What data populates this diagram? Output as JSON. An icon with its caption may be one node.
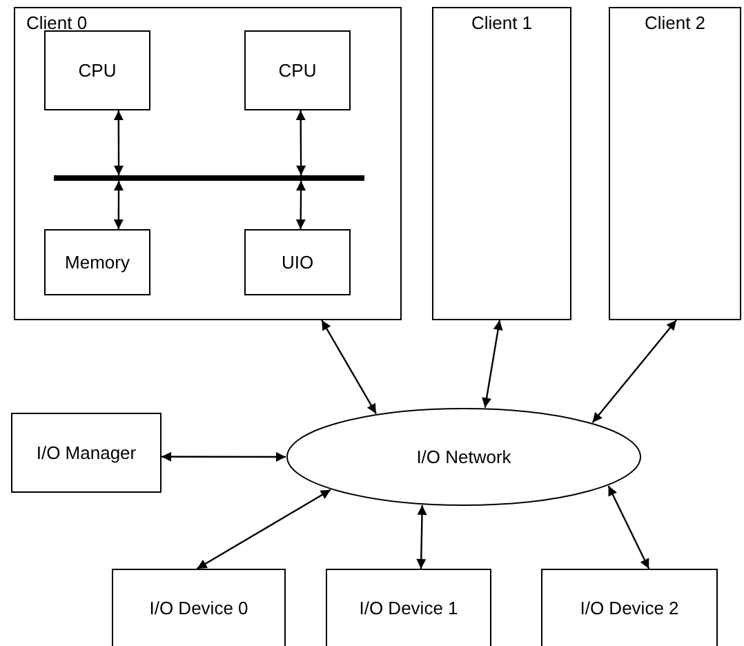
{
  "diagram": {
    "nodes": [
      {
        "text": [
          "Client 0"
        ]
      },
      {
        "text": [
          "CPU"
        ],
        "in": 0
      },
      {
        "text": [
          "CPU"
        ],
        "in": 0
      },
      {
        "text": [],
        "shape": "bar",
        "in": 0
      },
      {
        "text": [
          "Memory"
        ],
        "in": 0
      },
      {
        "text": [
          "UIO"
        ],
        "in": 0
      },
      {
        "text": [
          "Client 1"
        ]
      },
      {
        "text": [
          "Client 2"
        ]
      },
      {
        "text": [
          "I/O Manager"
        ]
      },
      {
        "text": [
          "I/O Network"
        ]
      },
      {
        "text": [
          "I/O Device 0"
        ]
      },
      {
        "text": [
          "I/O Device 1"
        ]
      },
      {
        "text": [
          "I/O Device 2"
        ]
      }
    ],
    "edges": [
      {
        "from": 1,
        "to": 3,
        "arrow": "both"
      },
      {
        "from": 3,
        "to": 4,
        "arrow": "both"
      },
      {
        "from": 2,
        "to": 3,
        "arrow": "both"
      },
      {
        "from": 3,
        "to": 5,
        "arrow": "both"
      },
      {
        "from": 0,
        "to": 9,
        "arrow": "both"
      },
      {
        "from": 6,
        "to": 9,
        "arrow": "both"
      },
      {
        "from": 7,
        "to": 9,
        "arrow": "both"
      },
      {
        "from": 8,
        "to": 9,
        "arrow": "both"
      },
      {
        "from": 9,
        "to": 10,
        "arrow": "both"
      },
      {
        "from": 9,
        "to": 11,
        "arrow": "both"
      },
      {
        "from": 9,
        "to": 12,
        "arrow": "both"
      }
    ]
  }
}
